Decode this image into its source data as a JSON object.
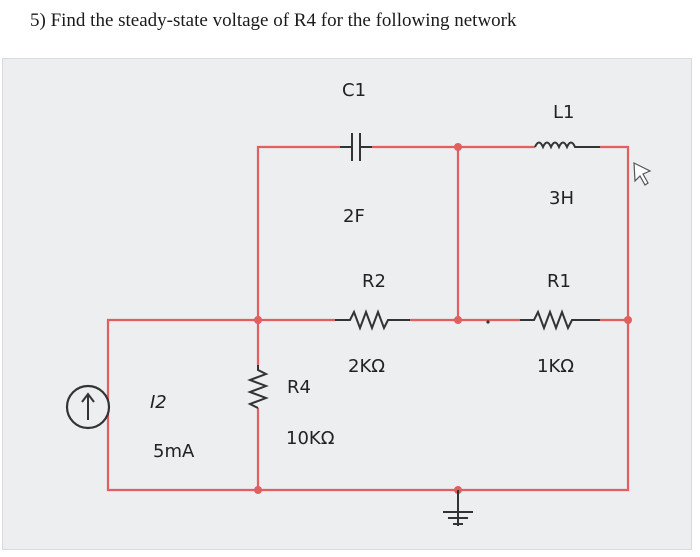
{
  "question": "5) Find the steady-state voltage of R4 for the following network",
  "components": {
    "c1": {
      "name": "C1",
      "value": "2F"
    },
    "l1": {
      "name": "L1",
      "value": "3H"
    },
    "r2": {
      "name": "R2",
      "value": "2KΩ"
    },
    "r1": {
      "name": "R1",
      "value": "1KΩ"
    },
    "r4": {
      "name": "R4",
      "value": "10KΩ"
    },
    "source": {
      "name": "I2",
      "value": "5mA"
    }
  },
  "colors": {
    "wire": "#e06060",
    "component": "#333333",
    "panel": "#eceef0"
  },
  "icons": {
    "cursor": "cursor-icon",
    "ground": "ground-icon"
  }
}
